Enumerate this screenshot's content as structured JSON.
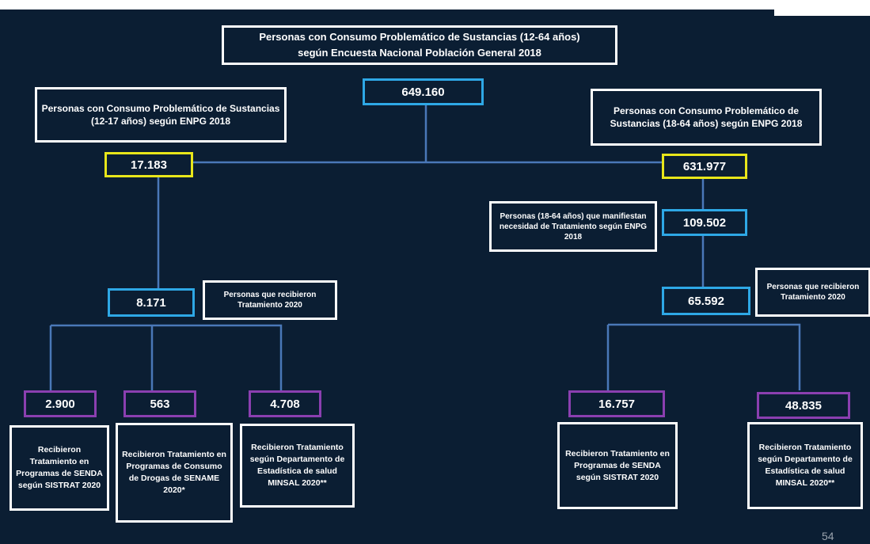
{
  "header": {
    "title_line1": "Personas con Consumo Problemático de Sustancias  (12-64 años)",
    "title_line2": "según Encuesta Nacional Población General 2018"
  },
  "total": {
    "value": "649.160"
  },
  "left": {
    "title": "Personas con Consumo Problemático de Sustancias  (12-17 años) según ENPG 2018",
    "value": "17.183",
    "treated_value": "8.171",
    "treated_label": "Personas que recibieron Tratamiento  2020",
    "children": [
      {
        "value": "2.900",
        "label": "Recibieron Tratamiento en Programas de SENDA según SISTRAT 2020"
      },
      {
        "value": "563",
        "label": "Recibieron Tratamiento en Programas de Consumo de Drogas de SENAME 2020*"
      },
      {
        "value": "4.708",
        "label": "Recibieron Tratamiento según Departamento de Estadística de salud MINSAL 2020**"
      }
    ]
  },
  "right": {
    "title": "Personas con Consumo Problemático de Sustancias  (18-64 años) según ENPG 2018",
    "value": "631.977",
    "need_value": "109.502",
    "need_label": "Personas (18-64 años) que manifiestan necesidad de Tratamiento según ENPG 2018",
    "treated_value": "65.592",
    "treated_label": "Personas que recibieron Tratamiento 2020",
    "children": [
      {
        "value": "16.757",
        "label": "Recibieron Tratamiento en Programas de SENDA según SISTRAT 2020"
      },
      {
        "value": "48.835",
        "label": "Recibieron Tratamiento según Departamento de Estadística de salud MINSAL 2020**"
      }
    ]
  },
  "page_number": "54",
  "colors": {
    "background": "#0b1e33",
    "blue": "#2ea8e6",
    "yellow": "#e8e61a",
    "purple": "#8b3fb0",
    "line": "#4a78b8"
  }
}
